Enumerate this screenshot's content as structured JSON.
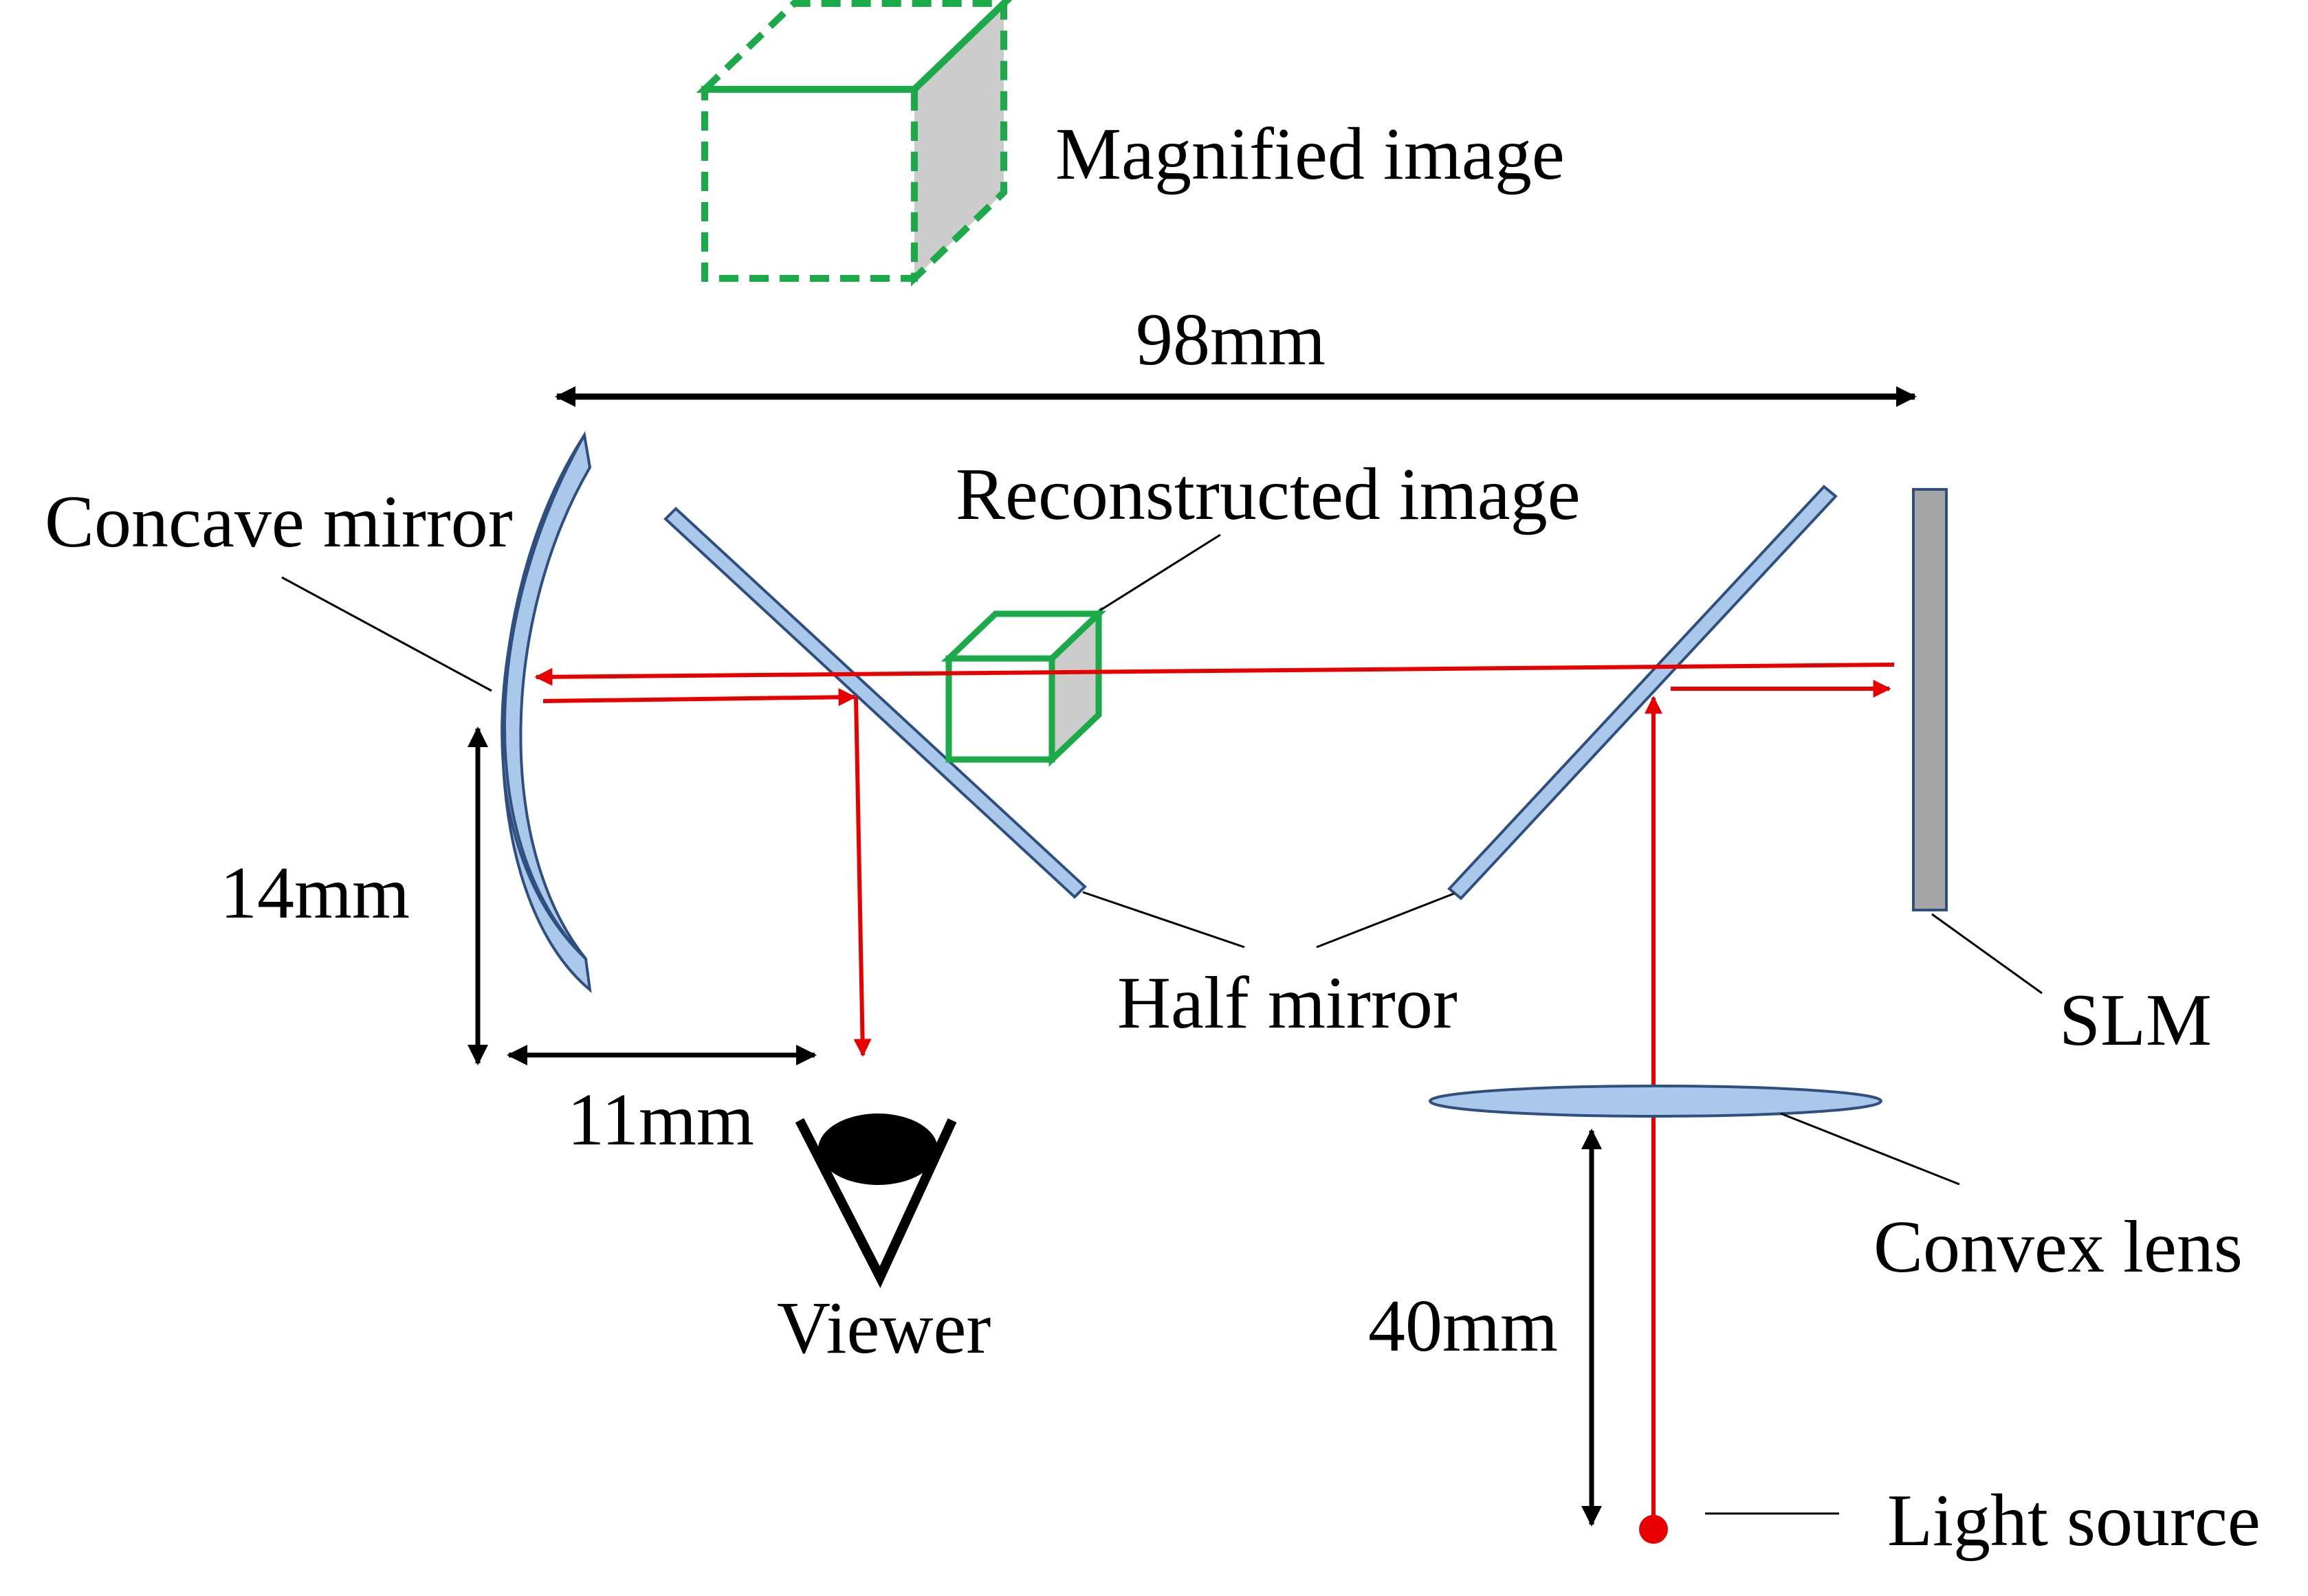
{
  "labels": {
    "magnified_image": "Magnified image",
    "reconstructed_image": "Reconstructed image",
    "concave_mirror": "Concave mirror",
    "half_mirror": "Half mirror",
    "slm": "SLM",
    "convex_lens": "Convex lens",
    "viewer": "Viewer",
    "light_source": "Light source"
  },
  "dimensions": {
    "width_total": "98mm",
    "height_concave": "14mm",
    "distance_viewer": "11mm",
    "distance_lens": "40mm"
  },
  "colors": {
    "optic_fill": "#a9c8ea",
    "optic_stroke": "#2f4f7f",
    "beam": "#e80000",
    "image_outline": "#1aaa48",
    "image_shade": "#cccccc",
    "slm_fill": "#a6a6a6",
    "dimension": "#000000"
  }
}
